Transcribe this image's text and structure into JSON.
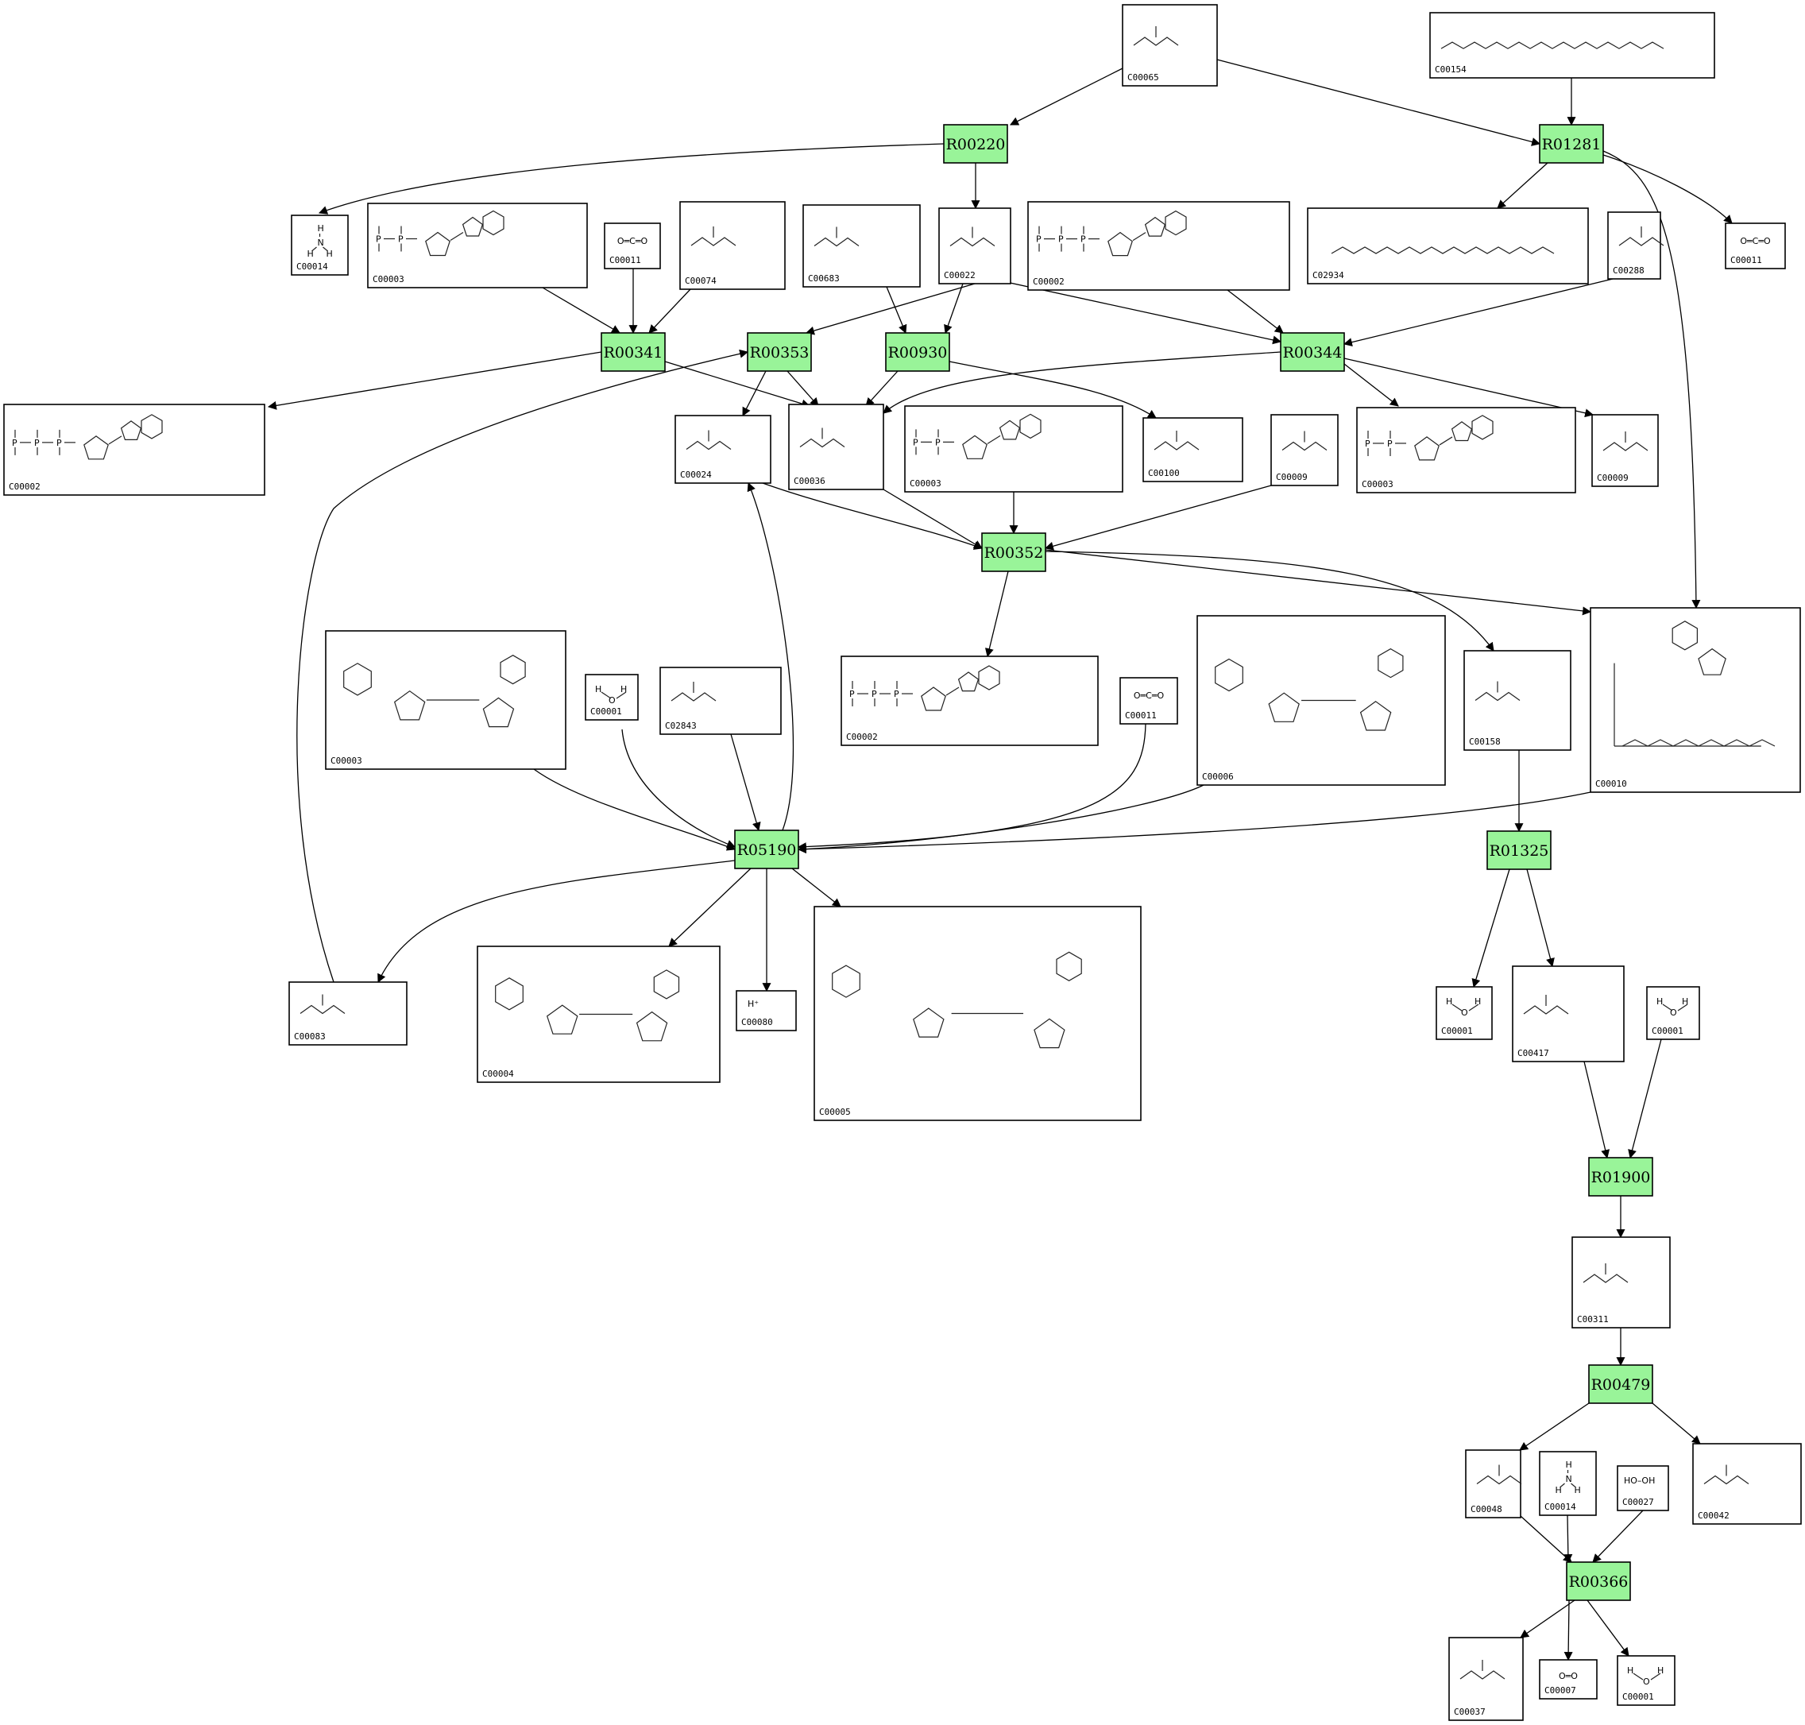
{
  "reactions": [
    "R00220",
    "R01281",
    "R00341",
    "R00353",
    "R00930",
    "R00344",
    "R00352",
    "R05190",
    "R01325",
    "R01900",
    "R00479",
    "R00366"
  ],
  "compounds": [
    "C00065",
    "C00154",
    "C00014",
    "C00003",
    "C00011",
    "C00074",
    "C00683",
    "C00022",
    "C00002",
    "C02934",
    "C00288",
    "C00011",
    "C00002",
    "C00024",
    "C00036",
    "C00003",
    "C00100",
    "C00009",
    "C00003",
    "C00009",
    "C00003",
    "C00001",
    "C02843",
    "C00002",
    "C00011",
    "C00006",
    "C00158",
    "C00010",
    "C00083",
    "C00004",
    "C00080",
    "C00005",
    "C00001",
    "C00417",
    "C00001",
    "C00311",
    "C00048",
    "C00014",
    "C00027",
    "C00042",
    "C00037",
    "C00007",
    "C00001"
  ],
  "formulas": {
    "ammonia": [
      "H",
      "N",
      "H",
      "H"
    ],
    "water": [
      "H",
      "O",
      "H"
    ],
    "co2": "O═C═O",
    "o2": "O═O",
    "proton": "H⁺",
    "h2o2": "HO–OH"
  },
  "colors": {
    "reaction_fill": "#99f499",
    "compound_fill": "#ffffff",
    "stroke": "#000000"
  }
}
